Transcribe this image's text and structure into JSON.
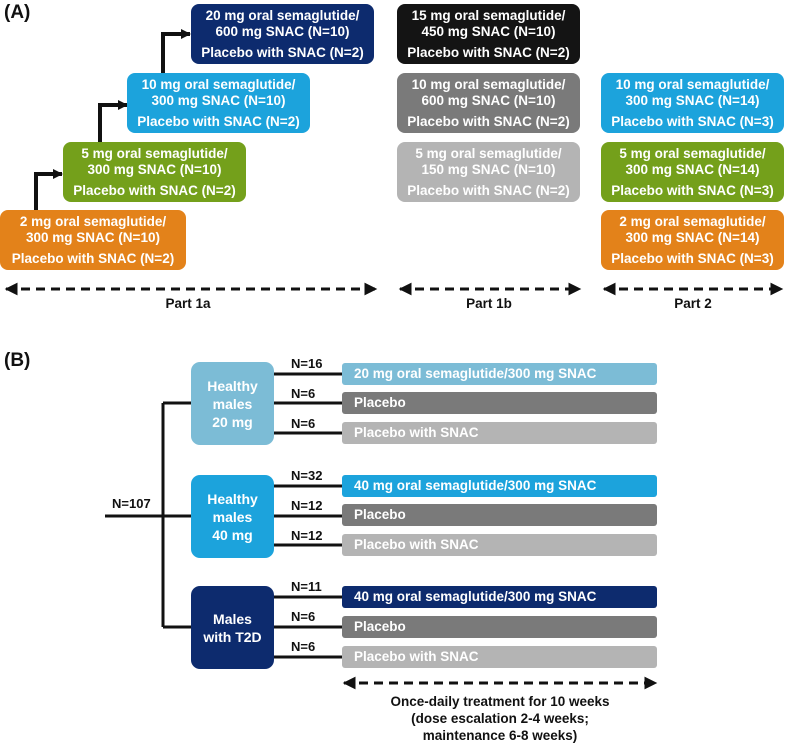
{
  "panel_a": {
    "label": "(A)",
    "part1a": {
      "label": "Part 1a",
      "steps": [
        {
          "line1": "20 mg oral semaglutide/",
          "line2": "600 mg SNAC (N=10)",
          "line3": "Placebo with SNAC (N=2)",
          "color": "#0d2b6e"
        },
        {
          "line1": "10 mg oral semaglutide/",
          "line2": "300 mg SNAC (N=10)",
          "line3": "Placebo with SNAC (N=2)",
          "color": "#1ca3dc"
        },
        {
          "line1": "5 mg oral semaglutide/",
          "line2": "300 mg SNAC (N=10)",
          "line3": "Placebo with SNAC (N=2)",
          "color": "#74a01b"
        },
        {
          "line1": "2 mg oral semaglutide/",
          "line2": "300 mg SNAC (N=10)",
          "line3": "Placebo with SNAC (N=2)",
          "color": "#e3821a"
        }
      ]
    },
    "part1b": {
      "label": "Part 1b",
      "steps": [
        {
          "line1": "15 mg oral semaglutide/",
          "line2": "450 mg SNAC (N=10)",
          "line3": "Placebo with SNAC (N=2)",
          "color": "#141414"
        },
        {
          "line1": "10 mg oral semaglutide/",
          "line2": "600 mg SNAC (N=10)",
          "line3": "Placebo with SNAC (N=2)",
          "color": "#7a7a7a"
        },
        {
          "line1": "5 mg oral semaglutide/",
          "line2": "150 mg SNAC (N=10)",
          "line3": "Placebo with SNAC (N=2)",
          "color": "#b4b4b4"
        }
      ]
    },
    "part2": {
      "label": "Part 2",
      "steps": [
        {
          "line1": "10 mg oral semaglutide/",
          "line2": "300 mg SNAC (N=14)",
          "line3": "Placebo with SNAC (N=3)",
          "color": "#1ca3dc"
        },
        {
          "line1": "5 mg oral semaglutide/",
          "line2": "300 mg SNAC (N=14)",
          "line3": "Placebo with SNAC (N=3)",
          "color": "#74a01b"
        },
        {
          "line1": "2 mg oral semaglutide/",
          "line2": "300 mg SNAC (N=14)",
          "line3": "Placebo with SNAC (N=3)",
          "color": "#e3821a"
        }
      ]
    }
  },
  "panel_b": {
    "label": "(B)",
    "total": "N=107",
    "groups": [
      {
        "line1": "Healthy",
        "line2": "males",
        "line3": "20 mg",
        "color": "#7cbcd6",
        "arms": [
          {
            "n": "N=16",
            "label": "20 mg oral semaglutide/300 mg SNAC",
            "color": "#7cbcd6"
          },
          {
            "n": "N=6",
            "label": "Placebo",
            "color": "#7a7a7a"
          },
          {
            "n": "N=6",
            "label": "Placebo with SNAC",
            "color": "#b4b4b4"
          }
        ]
      },
      {
        "line1": "Healthy",
        "line2": "males",
        "line3": "40 mg",
        "color": "#1ca3dc",
        "arms": [
          {
            "n": "N=32",
            "label": "40 mg oral semaglutide/300 mg SNAC",
            "color": "#1ca3dc"
          },
          {
            "n": "N=12",
            "label": "Placebo",
            "color": "#7a7a7a"
          },
          {
            "n": "N=12",
            "label": "Placebo with SNAC",
            "color": "#b4b4b4"
          }
        ]
      },
      {
        "line1": "Males",
        "line2": "with T2D",
        "line3": "",
        "color": "#0d2b6e",
        "arms": [
          {
            "n": "N=11",
            "label": "40 mg oral semaglutide/300 mg SNAC",
            "color": "#0d2b6e"
          },
          {
            "n": "N=6",
            "label": "Placebo",
            "color": "#7a7a7a"
          },
          {
            "n": "N=6",
            "label": "Placebo with SNAC",
            "color": "#b4b4b4"
          }
        ]
      }
    ],
    "footer": {
      "line1": "Once-daily treatment for 10 weeks",
      "line2": "(dose escalation 2-4 weeks;",
      "line3": "maintenance 6-8 weeks)"
    }
  }
}
